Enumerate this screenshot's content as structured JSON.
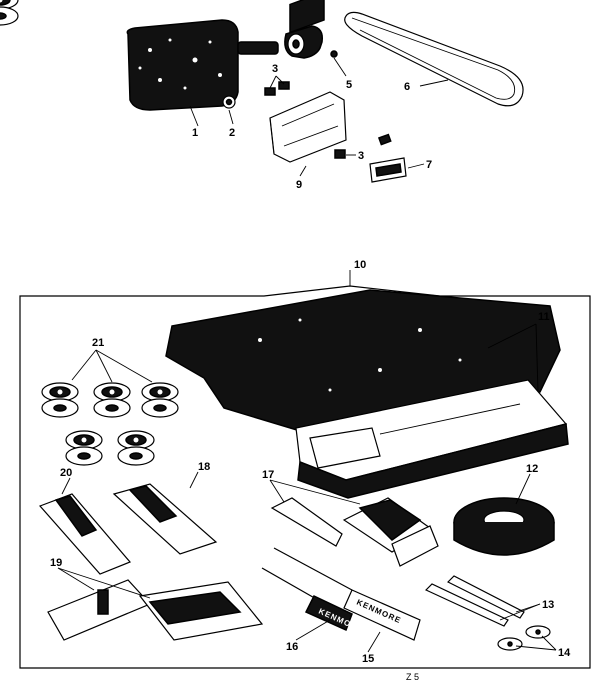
{
  "callouts": {
    "c1": "1",
    "c2": "2",
    "c3a": "3",
    "c3b": "3",
    "c5": "5",
    "c6": "6",
    "c7": "7",
    "c9": "9",
    "c10": "10",
    "c11": "11",
    "c12": "12",
    "c13": "13",
    "c14": "14",
    "c15": "15",
    "c16": "16",
    "c17": "17",
    "c18": "18",
    "c19": "19",
    "c20": "20",
    "c21": "21"
  },
  "labels": {
    "screwdriver_brand": "KENMORE",
    "small_screwdriver_brand": "KENMORE",
    "footer_code": "Z 5"
  },
  "colors": {
    "ink": "#111111",
    "paper": "#ffffff"
  }
}
